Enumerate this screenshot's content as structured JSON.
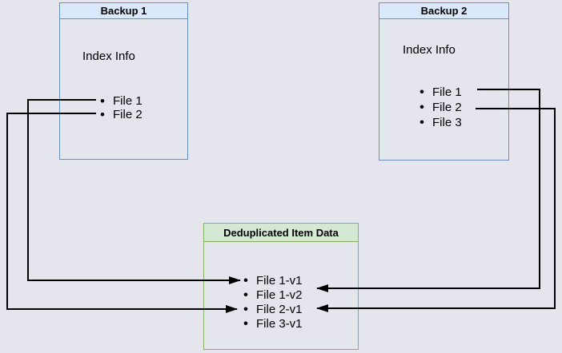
{
  "canvas": {
    "background": "#e5e5ee"
  },
  "colors": {
    "blue_fill": "#dae8fc",
    "blue_border": "#6c8ebf",
    "green_fill": "#d5e8d4",
    "green_border": "#82b366",
    "arrow": "#000000",
    "text": "#000000"
  },
  "backup1": {
    "title": "Backup 1",
    "section_label": "Index Info",
    "files": [
      "File 1",
      "File 2"
    ]
  },
  "backup2": {
    "title": "Backup 2",
    "section_label": "Index Info",
    "files": [
      "File 1",
      "File 2",
      "File 3"
    ]
  },
  "dedup": {
    "title": "Deduplicated Item Data",
    "items": [
      "File 1-v1",
      "File 1-v2",
      "File 2-v1",
      "File 3-v1"
    ]
  },
  "connections": [
    {
      "from": "Backup 1 / File 1",
      "to": "File 1-v1"
    },
    {
      "from": "Backup 1 / File 2",
      "to": "File 2-v1"
    },
    {
      "from": "Backup 2 / File 1",
      "to": "File 1-v2"
    },
    {
      "from": "Backup 2 / File 2",
      "to": "File 2-v1"
    }
  ]
}
